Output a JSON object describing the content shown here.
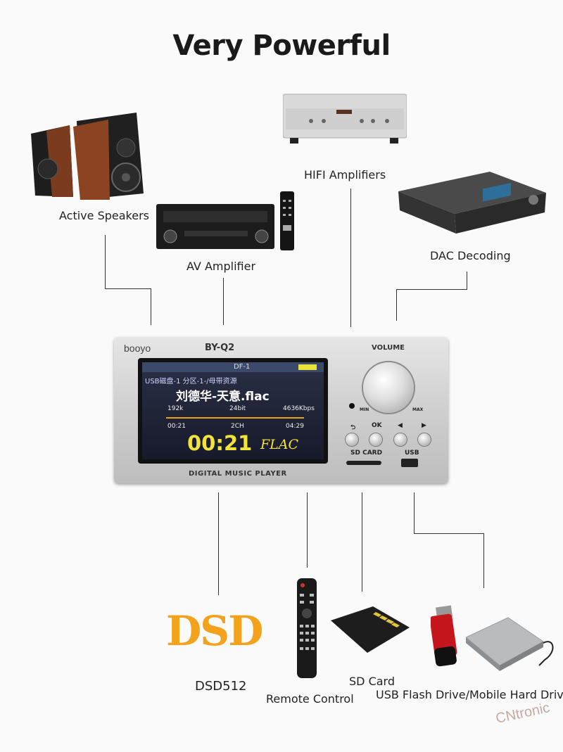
{
  "title": "Very Powerful",
  "labels": {
    "active_speakers": "Active Speakers",
    "av_amplifier": "AV Amplifier",
    "hifi_amplifiers": "HIFI Amplifiers",
    "dac_decoding": "DAC Decoding",
    "dsd512": "DSD512",
    "remote_control": "Remote Control",
    "sd_card": "SD Card",
    "usb_drive": "USB Flash Drive/Mobile Hard Drive"
  },
  "player": {
    "brand": "booyo",
    "model": "BY-Q2",
    "volume": "VOLUME",
    "min": "MIN",
    "max": "MAX",
    "ok": "OK",
    "sd_card": "SD CARD",
    "usb": "USB",
    "footer": "DIGITAL MUSIC PLAYER",
    "screen": {
      "status": "DF-1",
      "path": "USB磁盘-1 分区-1-/母带资源",
      "track": "刘德华-天意.flac",
      "sample_rate": "192k",
      "bit_depth": "24bit",
      "bitrate": "4636Kbps",
      "elapsed": "00:21",
      "channels": "2CH",
      "duration": "04:29",
      "big_time": "00:21",
      "format": "FLAC"
    }
  },
  "dsd_logo": "DSD",
  "watermark": "CNtronic",
  "colors": {
    "dsd": "#f3a21b",
    "time": "#f2e23a",
    "progress": "#e8a21c"
  }
}
